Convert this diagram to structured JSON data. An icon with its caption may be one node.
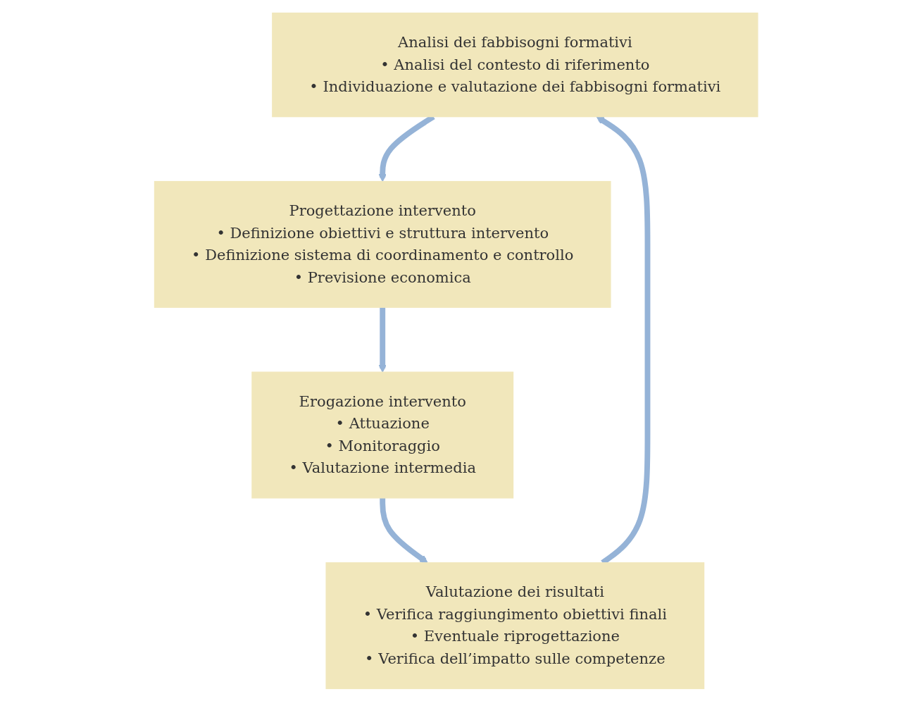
{
  "diagram": {
    "nodes": [
      {
        "text": [
          "Analisi dei fabbisogni formativi",
          "• Analisi del contesto di riferimento",
          "• Individuazione e valutazione dei fabbisogni formativi"
        ]
      },
      {
        "text": [
          "Progettazione intervento",
          "• Definizione obiettivi e struttura intervento",
          "• Definizione sistema di coordinamento e controllo",
          "• Previsione economica"
        ]
      },
      {
        "text": [
          "Erogazione intervento",
          "• Attuazione",
          "• Monitoraggio",
          "• Valutazione intermedia"
        ]
      },
      {
        "text": [
          "Valutazione dei risultati",
          "• Verifica raggiungimento obiettivi finali",
          "• Eventuale riprogettazione",
          "• Verifica dell’impatto sulle competenze"
        ]
      }
    ],
    "edges": [
      {
        "from": 0,
        "to": 1,
        "arrow": "to"
      },
      {
        "from": 1,
        "to": 2,
        "arrow": "to"
      },
      {
        "from": 2,
        "to": 3,
        "arrow": "to"
      },
      {
        "from": 3,
        "to": 0,
        "arrow": "to"
      }
    ]
  }
}
